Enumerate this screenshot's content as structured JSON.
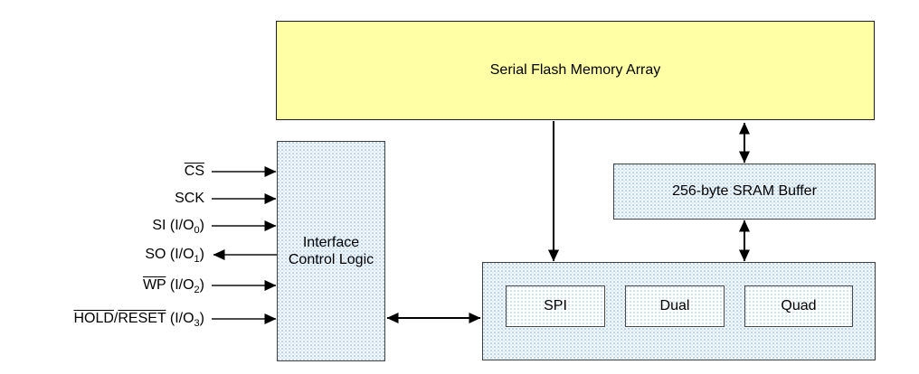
{
  "blocks": {
    "flash_array": {
      "label": "Serial Flash Memory Array"
    },
    "sram_buffer": {
      "label": "256-byte SRAM Buffer"
    },
    "interface_control": {
      "label": "Interface\nControl Logic"
    },
    "io_modes": {
      "modes": [
        "SPI",
        "Dual",
        "Quad"
      ]
    }
  },
  "signals": [
    {
      "id": "cs",
      "direction": "input",
      "parts": [
        {
          "text": "CS",
          "overline": true
        }
      ]
    },
    {
      "id": "sck",
      "direction": "input",
      "parts": [
        {
          "text": "SCK"
        }
      ]
    },
    {
      "id": "si",
      "direction": "input",
      "parts": [
        {
          "text": "SI (I/O"
        },
        {
          "text": "0",
          "sub": true
        },
        {
          "text": ")"
        }
      ]
    },
    {
      "id": "so",
      "direction": "output",
      "parts": [
        {
          "text": "SO (I/O"
        },
        {
          "text": "1",
          "sub": true
        },
        {
          "text": ")"
        }
      ]
    },
    {
      "id": "wp",
      "direction": "input",
      "parts": [
        {
          "text": "WP",
          "overline": true
        },
        {
          "text": " (I/O"
        },
        {
          "text": "2",
          "sub": true
        },
        {
          "text": ")"
        }
      ]
    },
    {
      "id": "hold_reset",
      "direction": "input",
      "parts": [
        {
          "text": "HOLD",
          "overline": true
        },
        {
          "text": "/"
        },
        {
          "text": "RESET",
          "overline": true
        },
        {
          "text": " (I/O"
        },
        {
          "text": "3",
          "sub": true
        },
        {
          "text": ")"
        }
      ]
    }
  ],
  "colors": {
    "flash_fill": "#ffffa6",
    "block_dot": "#b9d5ea",
    "block_border": "#404040",
    "arrow": "#000000"
  }
}
